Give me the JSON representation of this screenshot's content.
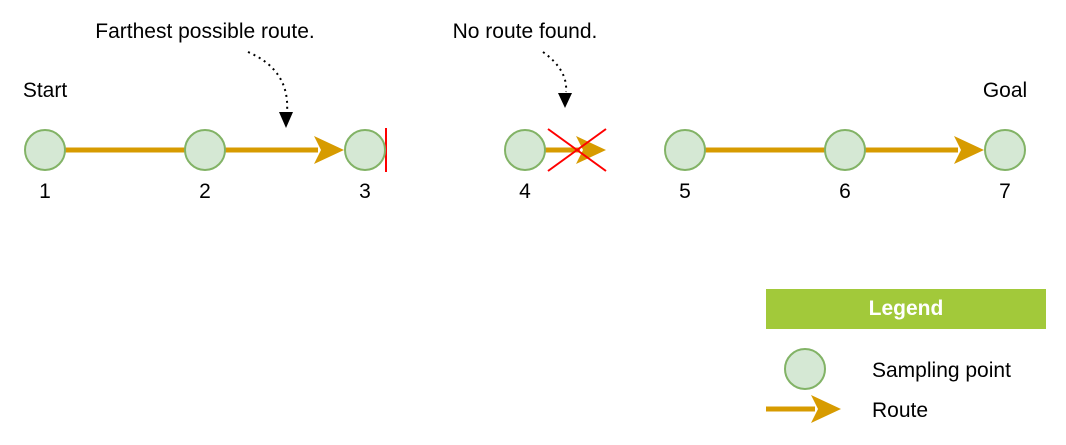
{
  "annotations": {
    "farthest": "Farthest possible route.",
    "no_route": "No route found."
  },
  "labels": {
    "start": "Start",
    "goal": "Goal"
  },
  "nodes": [
    "1",
    "2",
    "3",
    "4",
    "5",
    "6",
    "7"
  ],
  "legend": {
    "title": "Legend",
    "sampling_point": "Sampling point",
    "route": "Route"
  },
  "colors": {
    "node_fill": "#d5e8d4",
    "node_stroke": "#82b366",
    "route": "#d79b00",
    "blocked": "#ff0000",
    "legend_header": "#a2c93a"
  }
}
